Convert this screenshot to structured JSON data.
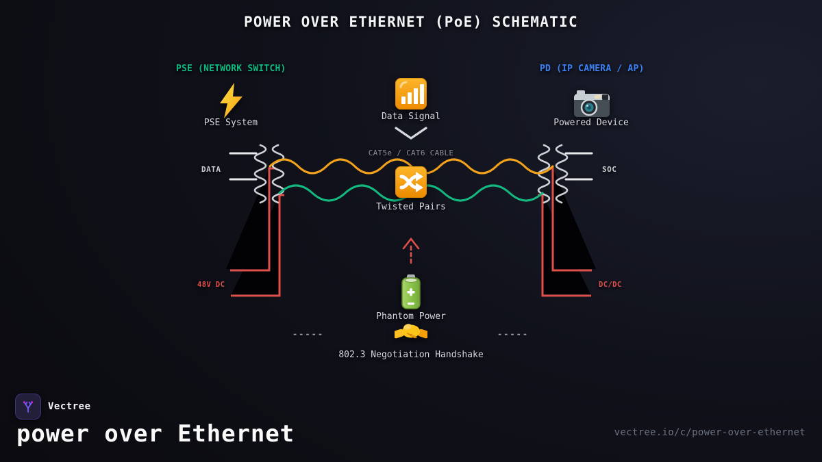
{
  "title": "POWER OVER ETHERNET (PoE) SCHEMATIC",
  "colors": {
    "pse_green": "#10b981",
    "pd_blue": "#3b82f6",
    "power_red": "#e0504a",
    "wire_orange": "#f3a21c",
    "wire_green": "#13b880",
    "icon_orange": "#f59300",
    "brand_purple": "#7c5cff"
  },
  "icons": {
    "pse": "lightning-bolt-icon",
    "data_signal": "signal-bars-icon",
    "pd": "camera-icon",
    "twisted_pairs": "shuffle-icon",
    "power": "battery-icon",
    "handshake": "handshake-icon",
    "brand": "vectree-logo-icon"
  },
  "schematic": {
    "pse": {
      "header": "PSE (NETWORK SWITCH)",
      "label": "PSE System",
      "port": "DATA",
      "power": "48V DC"
    },
    "pd": {
      "header": "PD (IP CAMERA / AP)",
      "label": "Powered Device",
      "port": "SOC",
      "power": "DC/DC"
    },
    "cable": {
      "label": "CAT5e / CAT6 CABLE",
      "data_signal": "Data Signal",
      "twisted_pairs": "Twisted Pairs"
    },
    "power": {
      "label": "Phantom Power"
    },
    "handshake": {
      "label": "802.3 Negotiation Handshake",
      "left_dashes": "-----",
      "right_dashes": "-----"
    }
  },
  "footer": {
    "brand": "Vectree",
    "title": "power over Ethernet",
    "url": "vectree.io/c/power-over-ethernet"
  }
}
